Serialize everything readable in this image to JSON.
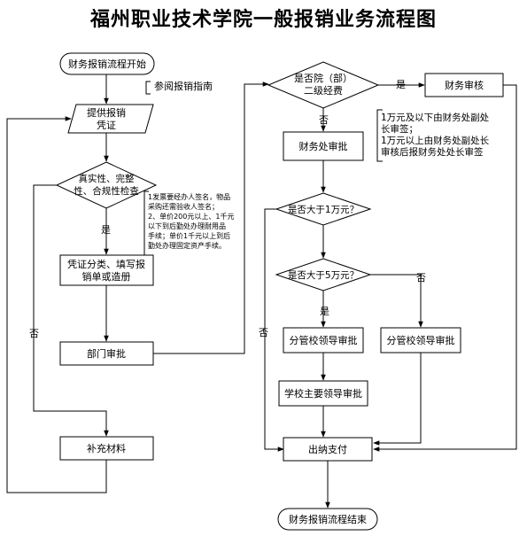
{
  "title": "福州职业技术学院一般报销业务流程图",
  "nodes": {
    "start": "财务报销流程开始",
    "guide": "参阅报销指南",
    "provide": [
      "提供报销",
      "凭证"
    ],
    "check": [
      "真实性、完整",
      "性、合规性检查"
    ],
    "classify": [
      "凭证分类、填写报",
      "销单或造册"
    ],
    "dept": "部门审批",
    "supplement": "补充材料",
    "level2": [
      "是否院（部）",
      "二级经费"
    ],
    "finaudit": "财务审核",
    "finapprove": "财务处审批",
    "gt1w": "是否大于1万元？",
    "gt5w": "是否大于5万元？",
    "leader_yes": "分管校领导审批",
    "leader_no": "分管校领导审批",
    "principal": "学校主要领导审批",
    "cashier": "出纳支付",
    "end": "财务报销流程结束"
  },
  "labels": {
    "yes": "是",
    "no": "否"
  },
  "notes": {
    "check_note": [
      "1发票要经办人签名，物品",
      "采购还需验收人签名；",
      "2、单价200元以上、1千元",
      "以下到后勤处办理耐用品",
      "手续；单价1千元以上到后",
      "勤处办理固定资产手续。"
    ],
    "finapprove_note": [
      "1万元及以下由财务处副处",
      "长审签；",
      "1万元以上由财务处副处长",
      "审核后报财务处处长审签"
    ]
  }
}
